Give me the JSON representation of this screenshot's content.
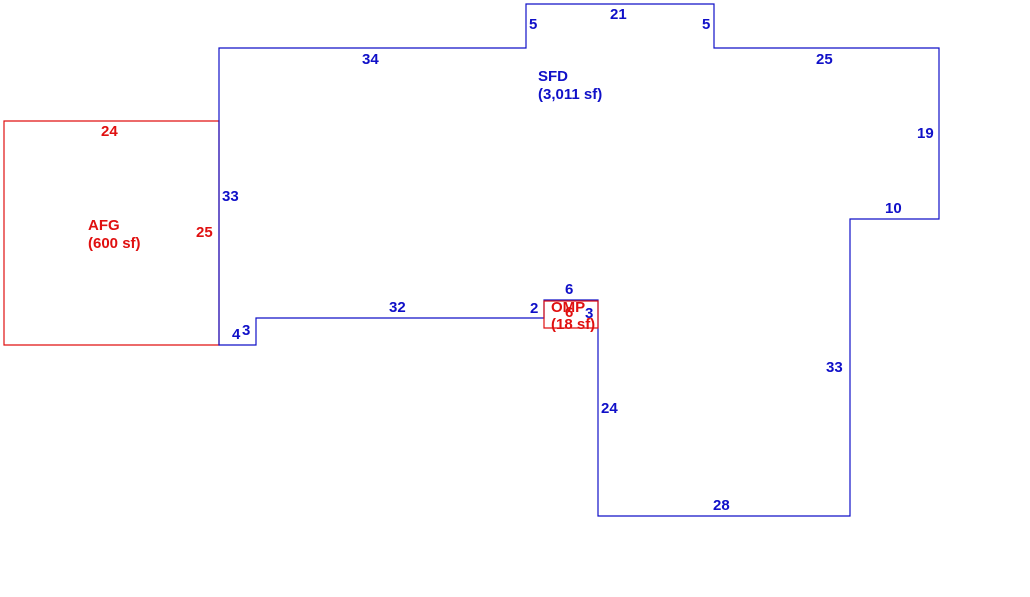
{
  "colors": {
    "sfd": "#1010c8",
    "afg": "#e01010",
    "omp": "#e01010",
    "background": "#ffffff"
  },
  "sfd": {
    "name": "SFD",
    "area": "(3,011 sf)",
    "dims": {
      "top_34": "34",
      "bump_left_5": "5",
      "bump_top_21": "21",
      "bump_right_5": "5",
      "top_25": "25",
      "right_19": "19",
      "step_10": "10",
      "right_33": "33",
      "bottom_28": "28",
      "inner_24": "24",
      "inner_6": "6",
      "inner_3": "3",
      "inner_2": "2",
      "bottom_32": "32",
      "notch_3": "3",
      "notch_4": "4",
      "left_33": "33"
    }
  },
  "afg": {
    "name": "AFG",
    "area": "(600 sf)",
    "dims": {
      "top_24": "24",
      "right_25": "25"
    }
  },
  "omp": {
    "name": "OMP",
    "area": "(18 sf)",
    "dims": {
      "inner_6": "6"
    }
  }
}
